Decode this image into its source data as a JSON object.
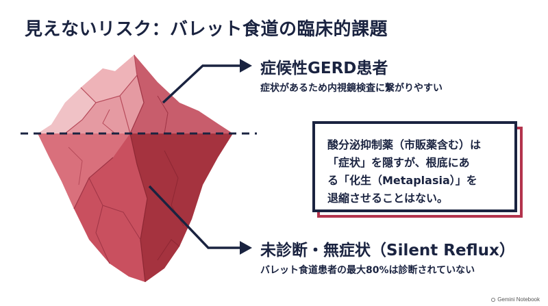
{
  "title": "見えないリスク：バレット食道の臨床的課題",
  "top_callout": {
    "title": "症候性GERD患者",
    "subtitle": "症状があるため内視鏡検査に繋がりやすい"
  },
  "bottom_callout": {
    "title": "未診断・無症状（Silent Reflux）",
    "subtitle": "バレット食道患者の最大80%は診断されていない"
  },
  "note_box": {
    "lines": [
      "酸分泌抑制薬（市販薬含む）は",
      "「症状」を隠すが、根底にあ",
      "る「化生（Metaplasia）」を",
      "退縮させることはない。"
    ]
  },
  "watermark": "Gemini Notebook",
  "colors": {
    "navy": "#1a2340",
    "accent_red": "#b3344d",
    "ice_top": "#df8c95",
    "ice_bottom": "#c64a5c"
  },
  "icons": [
    "iceberg-illustration",
    "arrow-right-icon"
  ]
}
